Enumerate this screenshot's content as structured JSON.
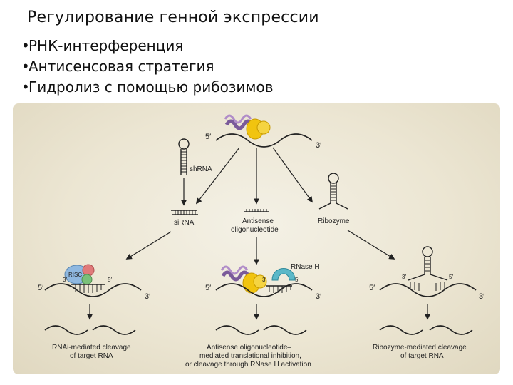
{
  "slide": {
    "title": "Регулирование генной экспрессии",
    "bullets": [
      "РНК-интерференция",
      "Антисенсовая стратегия",
      "Гидролиз с помощью рибозимов"
    ]
  },
  "diagram": {
    "top_5prime": "5′",
    "top_3prime": "3′",
    "shrna": "shRNA",
    "sirna": "siRNA",
    "antisense_line1": "Antisense",
    "antisense_line2": "oligonucleotide",
    "ribozyme": "Ribozyme",
    "risc": "RISC",
    "rnase_h": "RNase H",
    "left_5prime": "5′",
    "left_3prime_top": "3′",
    "left_5prime_top": "5′",
    "left_3prime": "3′",
    "mid_5prime": "5′",
    "mid_3prime_top": "3′",
    "mid_5prime_top": "5′",
    "mid_3prime": "3′",
    "right_5prime": "5′",
    "right_3prime_top": "3′",
    "right_5prime_top": "5′",
    "right_3prime": "3′",
    "rnai_line1": "RNAi-mediated cleavage",
    "rnai_line2": "of target RNA",
    "antisense_out_line1": "Antisense oligonucleotide–",
    "antisense_out_line2": "mediated translational inhibition,",
    "antisense_out_line3": "or cleavage through RNase H activation",
    "ribozyme_out_line1": "Ribozyme-mediated cleavage",
    "ribozyme_out_line2": "of target RNA"
  }
}
